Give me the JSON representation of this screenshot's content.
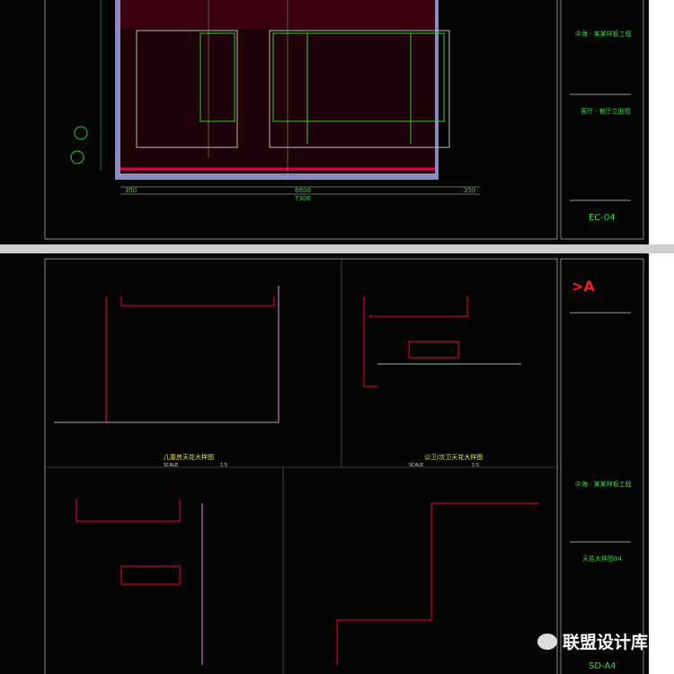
{
  "sheet1": {
    "project": "中海 · 某某样板工程",
    "drawing_title": "客厅 · 餐厅立面图",
    "sheet_no": "EC-04",
    "dims": [
      "350",
      "6600",
      "350",
      "7300"
    ]
  },
  "sheet2": {
    "project": "中海 · 某某样板工程",
    "drawing_title": "天花大样图04",
    "sheet_no": "SD-A4",
    "details": [
      {
        "title": "儿童房天花大样图",
        "scale_label": "SCALE",
        "scale": "1:5"
      },
      {
        "title": "公卫/次卫天花大样图",
        "scale_label": "SCALE",
        "scale": "1:5"
      }
    ]
  },
  "watermark": "联盟设计库"
}
